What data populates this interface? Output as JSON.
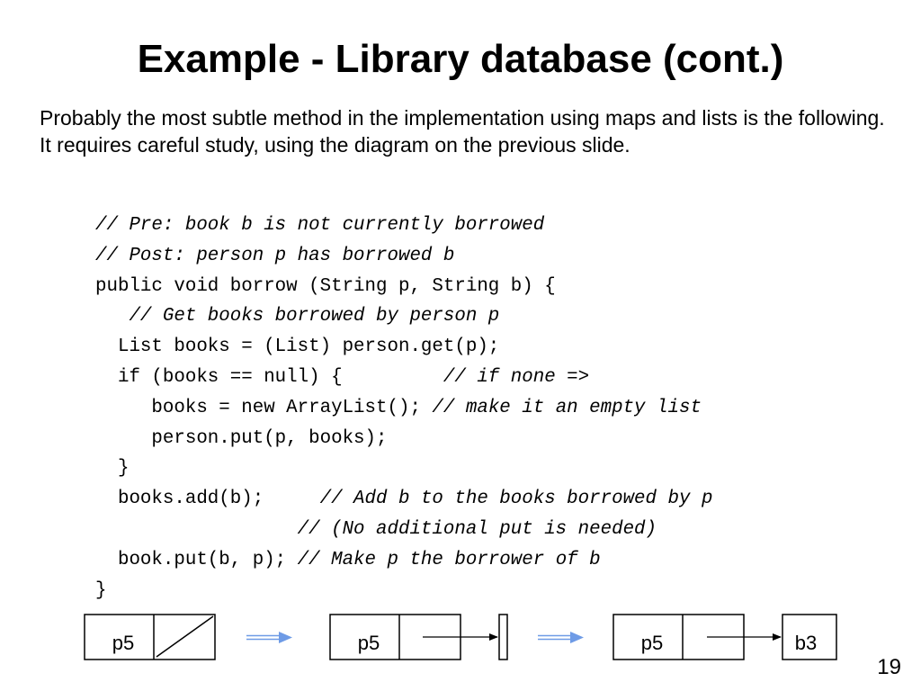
{
  "slide": {
    "title": "Example - Library database (cont.)",
    "intro": "Probably the most subtle method in the implementation using maps and lists is the following.  It requires careful study, using the diagram on the previous slide.",
    "page_number": "19"
  },
  "code": {
    "l1": "// Pre: book b is not currently borrowed",
    "l2": "// Post: person p has borrowed b",
    "l3": "public void borrow (String p, String b) {",
    "l4": "   // Get books borrowed by person p",
    "l5": "  List books = (List) person.get(p);",
    "l6_code": "  if (books == null) {        ",
    "l6_cmt": " // if none =>",
    "l7_code": "     books = new ArrayList();",
    "l7_cmt": " // make it an empty list",
    "l8": "     person.put(p, books);",
    "l9": "  }",
    "l10_code": "  books.add(b);   ",
    "l10_cmt": "  // Add b to the books borrowed by p",
    "l11": "                  // (No additional put is needed)",
    "l12_code": "  book.put(b, p);",
    "l12_cmt": " // Make p the borrower of b",
    "l13": "}"
  },
  "diagram": {
    "node1_label": "p5",
    "node2_label": "p5",
    "node3_label": "p5",
    "target_label": "b3",
    "transition_arrow_color": "#6e9be6"
  }
}
